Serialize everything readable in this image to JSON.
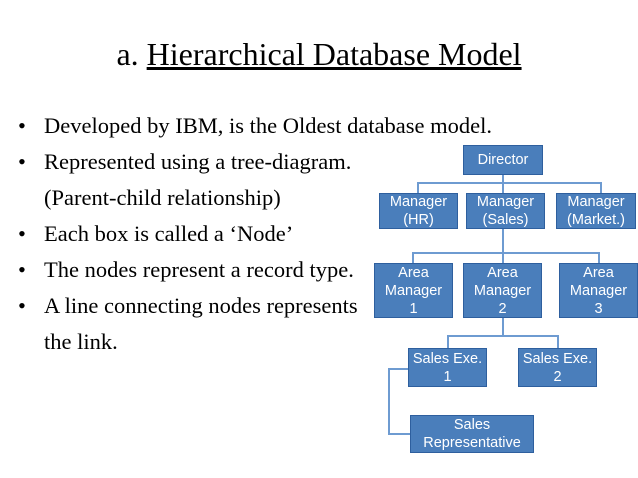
{
  "slide": {
    "title_prefix": "a. ",
    "title_underlined": "Hierarchical Database Model",
    "background": "#ffffff"
  },
  "bullets": [
    {
      "marker": "•",
      "text": "Developed by IBM, is the Oldest database model.",
      "continuation": false
    },
    {
      "marker": "•",
      "text": "Represented using a tree-diagram.",
      "continuation": false
    },
    {
      "marker": "",
      "text": "(Parent-child relationship)",
      "continuation": true
    },
    {
      "marker": "•",
      "text": "Each box is called a ‘Node’",
      "continuation": false
    },
    {
      "marker": "•",
      "text": "The nodes represent a record type.",
      "continuation": false
    },
    {
      "marker": "•",
      "text": "A line connecting nodes represents",
      "continuation": false
    },
    {
      "marker": "",
      "text": "the link.",
      "continuation": true
    }
  ],
  "diagram": {
    "node_fill": "#4A7EBB",
    "node_border": "#2E5F9E",
    "node_text": "#ffffff",
    "connector_color": "#6E9BD1",
    "nodes": [
      {
        "id": "director",
        "lines": [
          "Director"
        ]
      },
      {
        "id": "manager-hr",
        "lines": [
          "Manager",
          "(HR)"
        ]
      },
      {
        "id": "manager-sales",
        "lines": [
          "Manager",
          "(Sales)"
        ]
      },
      {
        "id": "manager-market",
        "lines": [
          "Manager",
          "(Market.)"
        ]
      },
      {
        "id": "area-manager-1",
        "lines": [
          "Area",
          "Manager",
          "1"
        ]
      },
      {
        "id": "area-manager-2",
        "lines": [
          "Area",
          "Manager",
          "2"
        ]
      },
      {
        "id": "area-manager-3",
        "lines": [
          "Area",
          "Manager",
          "3"
        ]
      },
      {
        "id": "sales-exe-1",
        "lines": [
          "Sales Exe.",
          "1"
        ]
      },
      {
        "id": "sales-exe-2",
        "lines": [
          "Sales Exe.",
          "2"
        ]
      },
      {
        "id": "sales-rep",
        "lines": [
          "Sales",
          "Representative"
        ]
      }
    ]
  }
}
